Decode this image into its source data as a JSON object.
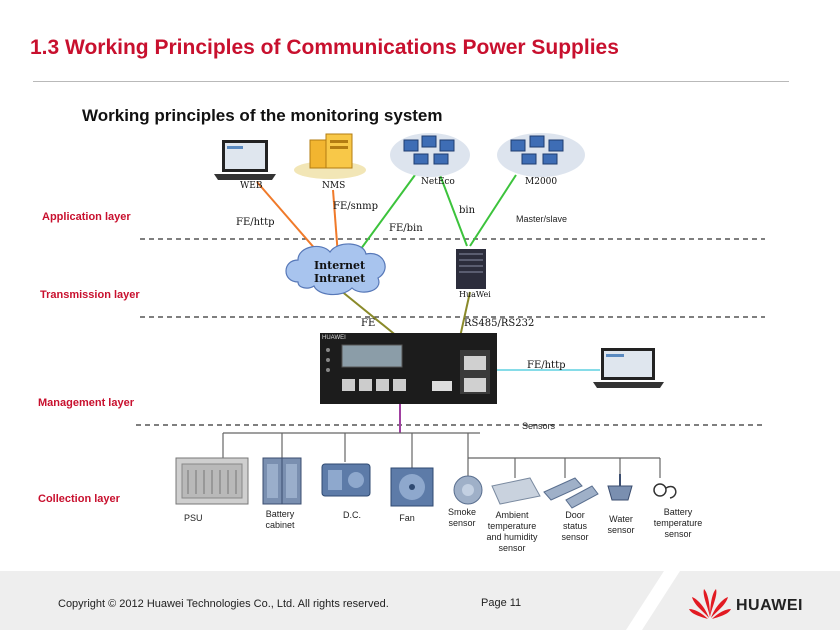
{
  "slide": {
    "title": "1.3 Working Principles of Communications Power Supplies",
    "subtitle": "Working principles of the monitoring system"
  },
  "layers": {
    "application": "Application layer",
    "transmission": "Transmission layer",
    "management": "Management layer",
    "collection": "Collection layer"
  },
  "nodes": {
    "web": "WEB",
    "nms": "NMS",
    "neteco": "NetEco",
    "m2000": "M2000",
    "cloud_line1": "Internet",
    "cloud_line2": "Intranet",
    "server": "HuaWei"
  },
  "links": {
    "fe_http_top": "FE/http",
    "fe_snmp": "FE/snmp",
    "fe_bin": "FE/bin",
    "bin": "bin",
    "master_slave": "Master/slave",
    "fe": "FE",
    "rs485": "RS485/RS232",
    "fe_http_right": "FE/http",
    "sensors": "Sensors"
  },
  "devices": {
    "psu": "PSU",
    "battery_cabinet": "Battery cabinet",
    "dc": "D.C.",
    "fan": "Fan",
    "smoke": "Smoke sensor",
    "ambient": "Ambient temperature and humidity sensor",
    "door": "Door status sensor",
    "water": "Water sensor",
    "battery_temp": "Battery temperature sensor"
  },
  "controller": {
    "brand": "HUAWEI"
  },
  "footer": {
    "copyright": "Copyright © 2012 Huawei Technologies Co., Ltd. All rights reserved.",
    "page": "Page 11",
    "brand": "HUAWEI"
  },
  "colors": {
    "accent": "#c8102e",
    "orange_link": "#f07a2a",
    "green_link": "#3cc33c",
    "olive_link": "#8a8a2a",
    "purple_link": "#a040a0",
    "cyan_link": "#5fd0e0"
  }
}
